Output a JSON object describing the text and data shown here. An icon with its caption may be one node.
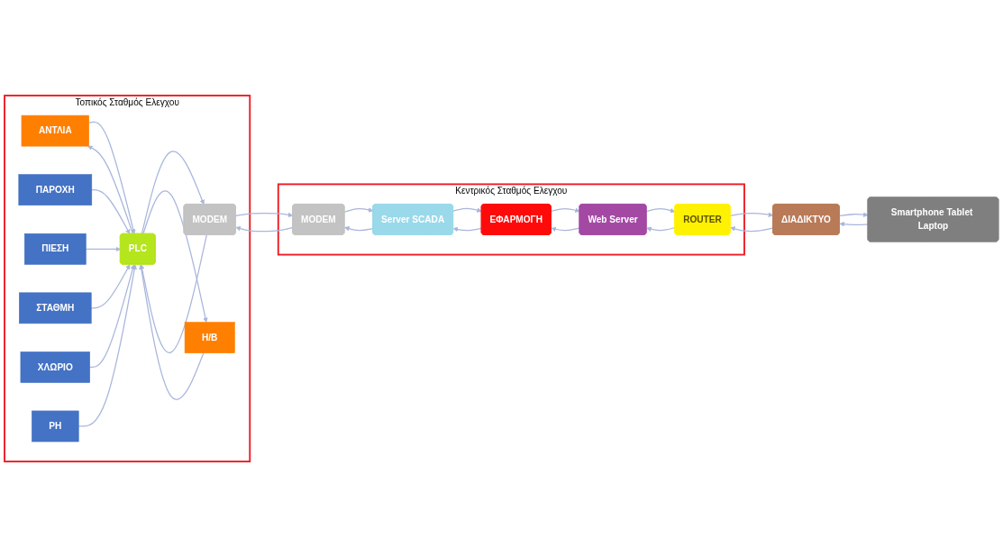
{
  "diagram": {
    "nodes": [
      {
        "text": [
          "Τοπικός Σταθμός Ελεγχου"
        ]
      },
      {
        "text": [
          "ΑΝΤΛΙΑ"
        ],
        "in": 0
      },
      {
        "text": [
          "ΠΑΡΟΧΗ"
        ],
        "in": 0
      },
      {
        "text": [
          "ΠΙΕΣΗ"
        ],
        "in": 0
      },
      {
        "text": [
          "ΣΤΑΘΜΗ"
        ],
        "in": 0
      },
      {
        "text": [
          "ΧΛΩΡΙΟ"
        ],
        "in": 0
      },
      {
        "text": [
          "PH"
        ],
        "in": 0
      },
      {
        "text": [
          "PLC"
        ],
        "in": 0
      },
      {
        "text": [
          "MODEM"
        ],
        "in": 0
      },
      {
        "text": [
          "Η/Β"
        ],
        "in": 0
      },
      {
        "text": [
          "Κεντρικός Σταθμός Ελεγχου"
        ]
      },
      {
        "text": [
          "MODEM"
        ],
        "in": 10
      },
      {
        "text": [
          "Server SCADA"
        ],
        "in": 10
      },
      {
        "text": [
          "ΕΦΑΡΜΟΓΗ"
        ],
        "in": 10
      },
      {
        "text": [
          "Web Server"
        ],
        "in": 10
      },
      {
        "text": [
          "ROUTER"
        ],
        "in": 10
      },
      {
        "text": [
          "ΔΙΑΔΙΚΤΥΟ"
        ]
      },
      {
        "text": [
          "Smartphone Tablet Laptop"
        ]
      }
    ],
    "edges": [
      {
        "from": 1,
        "to": 7,
        "arrow": "to"
      },
      {
        "from": 7,
        "to": 1,
        "arrow": "to"
      },
      {
        "from": 2,
        "to": 7,
        "arrow": "to"
      },
      {
        "from": 3,
        "to": 7,
        "arrow": "to"
      },
      {
        "from": 4,
        "to": 7,
        "arrow": "to"
      },
      {
        "from": 5,
        "to": 7,
        "arrow": "to"
      },
      {
        "from": 6,
        "to": 7,
        "arrow": "to"
      },
      {
        "from": 8,
        "to": 7,
        "arrow": "to"
      },
      {
        "from": 7,
        "to": 8,
        "arrow": "to"
      },
      {
        "from": 9,
        "to": 7,
        "arrow": "to"
      },
      {
        "from": 7,
        "to": 9,
        "arrow": "to"
      },
      {
        "from": 11,
        "to": 8,
        "arrow": "to"
      },
      {
        "from": 8,
        "to": 11,
        "arrow": "to"
      },
      {
        "from": 12,
        "to": 11,
        "arrow": "to"
      },
      {
        "from": 11,
        "to": 12,
        "arrow": "to"
      },
      {
        "from": 13,
        "to": 12,
        "arrow": "to"
      },
      {
        "from": 12,
        "to": 13,
        "arrow": "to"
      },
      {
        "from": 14,
        "to": 13,
        "arrow": "to"
      },
      {
        "from": 13,
        "to": 14,
        "arrow": "to"
      },
      {
        "from": 15,
        "to": 14,
        "arrow": "to"
      },
      {
        "from": 14,
        "to": 15,
        "arrow": "to"
      },
      {
        "from": 16,
        "to": 15,
        "arrow": "to"
      },
      {
        "from": 15,
        "to": 16,
        "arrow": "to"
      },
      {
        "from": 17,
        "to": 16,
        "arrow": "to"
      },
      {
        "from": 16,
        "to": 17,
        "arrow": "to"
      }
    ]
  }
}
